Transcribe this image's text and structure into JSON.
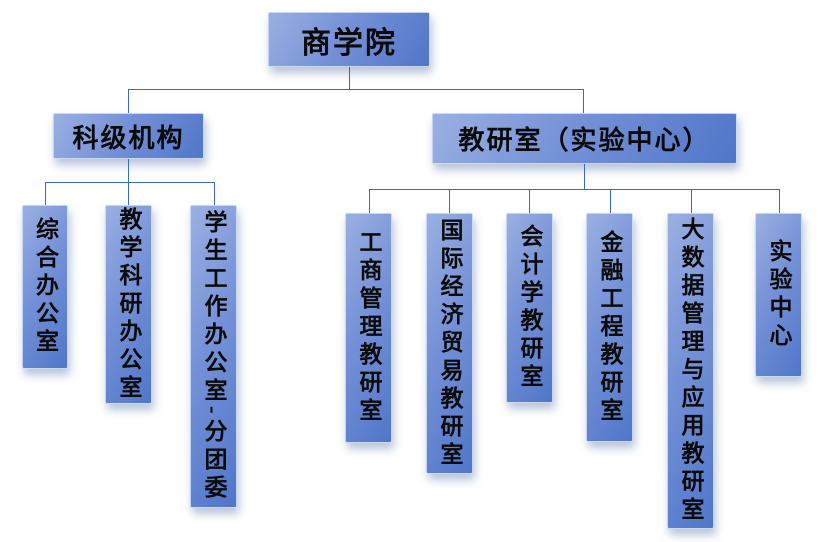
{
  "org": {
    "root": "商学院",
    "branches": [
      {
        "label": "科级机构",
        "children": [
          "综合办公室",
          "教学科研办公室",
          "学生工作办公室-分团委"
        ]
      },
      {
        "label": "教研室（实验中心）",
        "children": [
          "工商管理教研室",
          "国际经济贸易教研室",
          "会计学教研室",
          "金融工程教研室",
          "大数据管理与应用教研室",
          "实验中心"
        ]
      }
    ],
    "colors": {
      "box_gradient_light": "#9ab0e2",
      "box_gradient_dark": "#5076c9",
      "connector": "#3e6ab5",
      "text": "#0b0b0b",
      "background": "#ffffff"
    }
  }
}
